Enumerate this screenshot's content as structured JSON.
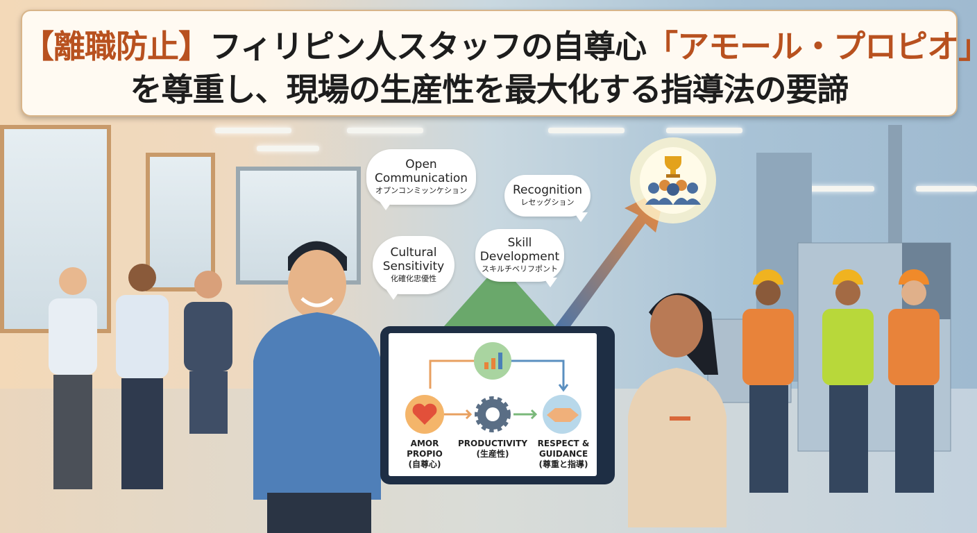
{
  "title": {
    "line1_accent_open": "【離職防止】",
    "line1_main": "フィリピン人スタッフの自尊心",
    "line1_accent_close": "「アモール・プロピオ」",
    "line2": "を尊重し、現場の生産性を最大化する指導法の要諦"
  },
  "bubbles": [
    {
      "en1": "Open",
      "en2": "Communication",
      "ja": "オプンコンミッンケション"
    },
    {
      "en1": "Recognition",
      "ja": "レセッグション"
    },
    {
      "en1": "Cultural",
      "en2": "Sensitivity",
      "ja": "化確化忠優性"
    },
    {
      "en1": "Skill",
      "en2": "Development",
      "ja": "スキルチベリフポント"
    }
  ],
  "tablet": {
    "amor": {
      "l1": "AMOR",
      "l2": "PROPIO",
      "l3": "(自尊心)"
    },
    "productivity": {
      "l1": "PRODUCTIVITY",
      "l2": "(生産性)"
    },
    "respect": {
      "l1": "RESPECT &",
      "l2": "GUIDANCE",
      "l3": "(尊重と指導)"
    }
  },
  "colors": {
    "accent": "#b8511f",
    "tablet": "#1e2e44",
    "arrow": "#e8833a"
  }
}
